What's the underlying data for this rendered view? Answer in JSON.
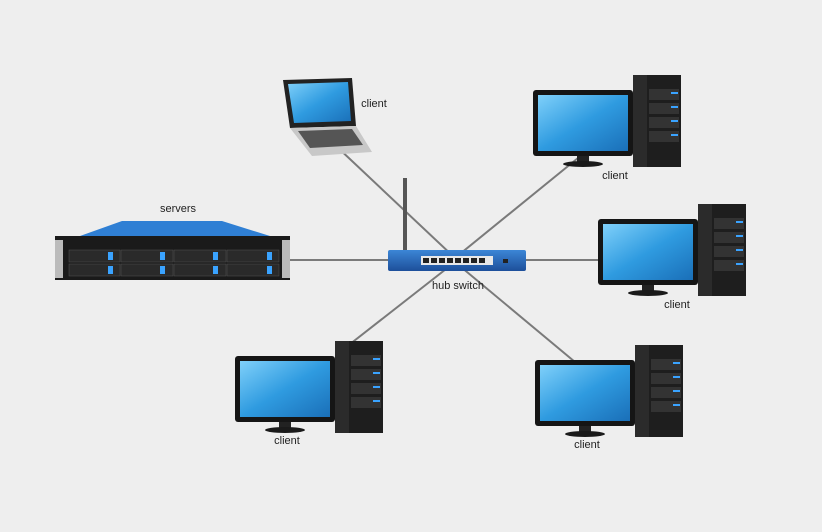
{
  "labels": {
    "servers": "servers",
    "hub_switch": "hub switch",
    "laptop_client": "client",
    "client_top_right": "client",
    "client_right": "client",
    "client_bottom_left": "client",
    "client_bottom_right": "client"
  },
  "colors": {
    "background": "#eeeeee",
    "device_blue": "#2a6fc0",
    "screen_blue": "#3aa3e6",
    "cable": "#7a7a7a",
    "tower": "#1e1e1e"
  }
}
